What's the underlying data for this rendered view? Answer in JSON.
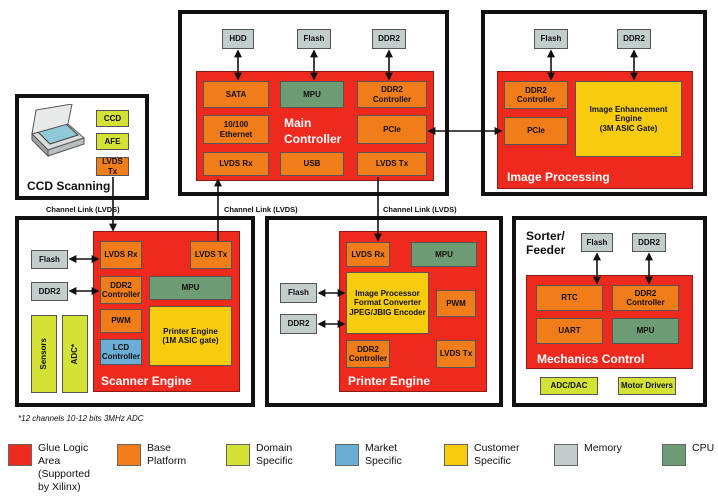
{
  "scanner_unit": {
    "title": "CCD Scanning",
    "ccd": "CCD",
    "afe": "AFE",
    "lvds_tx": "LVDS Tx"
  },
  "main_controller": {
    "title": "Main\nController",
    "hdd": "HDD",
    "flash": "Flash",
    "ddr2": "DDR2",
    "sata": "SATA",
    "mpu": "MPU",
    "ddr2_controller": "DDR2\nController",
    "ethernet": "10/100\nEthernet",
    "pcie": "PCIe",
    "lvds_rx": "LVDS Rx",
    "usb": "USB",
    "lvds_tx": "LVDS Tx"
  },
  "image_processing": {
    "title": "Image Processing",
    "flash": "Flash",
    "ddr2": "DDR2",
    "ddr2_controller": "DDR2\nController",
    "pcie": "PCIe",
    "enhancement": "Image Enhancement\nEngine\n(3M ASIC Gate)"
  },
  "scanner_engine": {
    "title": "Scanner Engine",
    "flash": "Flash",
    "ddr2": "DDR2",
    "sensors": "Sensors",
    "adc": "ADC*",
    "lvds_rx": "LVDS Rx",
    "lvds_tx": "LVDS Tx",
    "ddr2_controller": "DDR2\nController",
    "mpu": "MPU",
    "pwm": "PWM",
    "lcd_controller": "LCD\nController",
    "printer_engine": "Printer Engine\n(1M ASIC gate)"
  },
  "printer_engine": {
    "title": "Printer Engine",
    "flash": "Flash",
    "ddr2": "DDR2",
    "lvds_rx": "LVDS Rx",
    "mpu": "MPU",
    "image_processor": "Image Processor\nFormat Converter\nJPEG/JBIG Encoder",
    "pwm": "PWM",
    "ddr2_controller": "DDR2\nController",
    "lvds_tx": "LVDS Tx"
  },
  "sorter_feeder": {
    "title": "Sorter/\nFeeder",
    "flash": "Flash",
    "ddr2": "DDR2",
    "rtc": "RTC",
    "ddr2_controller": "DDR2\nController",
    "uart": "UART",
    "mpu": "MPU",
    "mechanics_title": "Mechanics Control",
    "adc_dac": "ADC/DAC",
    "motor_drivers": "Motor Drivers"
  },
  "links": {
    "ccd_to_scanner": "Channel Link (LVDS)",
    "scanner_to_main": "Channel Link (LVDS)",
    "main_to_printer": "Channel Link (LVDS)"
  },
  "footnote": "*12 channels 10-12 bits 3MHz ADC",
  "legend": [
    {
      "label": "Glue Logic\nArea\n(Supported\nby Xilinx)",
      "color": "#ee2a1e"
    },
    {
      "label": "Base\nPlatform",
      "color": "#f07c1a"
    },
    {
      "label": "Domain\nSpecific",
      "color": "#d3e234"
    },
    {
      "label": "Market\nSpecific",
      "color": "#6aaed6"
    },
    {
      "label": "Customer\nSpecific",
      "color": "#f7cc0f"
    },
    {
      "label": "Memory",
      "color": "#c2cdcc"
    },
    {
      "label": "CPU",
      "color": "#6d9b73"
    }
  ]
}
